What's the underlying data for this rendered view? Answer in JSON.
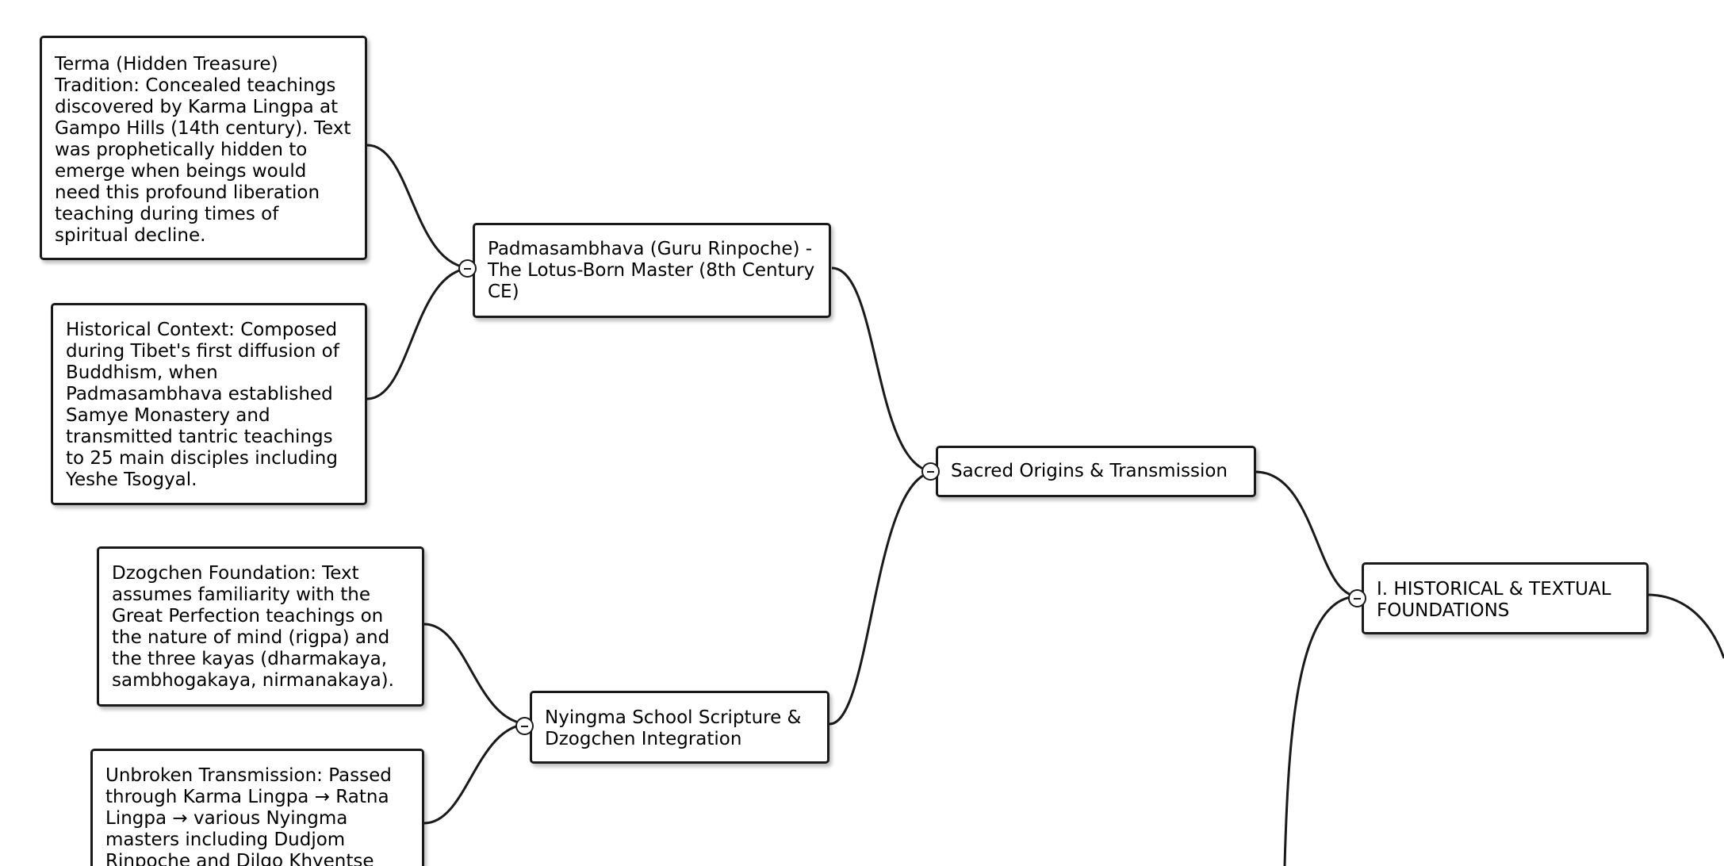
{
  "mindmap": {
    "nodes": {
      "historical": {
        "label": "I. HISTORICAL & TEXTUAL FOUNDATIONS"
      },
      "sacred": {
        "label": "Sacred Origins & Transmission"
      },
      "padmasambhava": {
        "label": "Padmasambhava (Guru Rinpoche) - The Lotus-Born Master (8th Century CE)"
      },
      "terma": {
        "label": "Terma (Hidden Treasure) Tradition: Concealed teachings discovered by Karma Lingpa at Gampo Hills (14th century). Text was prophetically hidden to emerge when beings would need this profound liberation teaching during times of spiritual decline."
      },
      "context": {
        "label": "Historical Context: Composed during Tibet's first diffusion of Buddhism, when Padmasambhava established Samye Monastery and transmitted tantric teachings to 25 main disciples including Yeshe Tsogyal."
      },
      "nyingma": {
        "label": "Nyingma School Scripture & Dzogchen Integration"
      },
      "dzogchen": {
        "label": "Dzogchen Foundation: Text assumes familiarity with the Great Perfection teachings on the nature of mind (rigpa) and the three kayas (dharmakaya, sambhogakaya, nirmanakaya)."
      },
      "transmission": {
        "label": "Unbroken Transmission: Passed through Karma Lingpa → Ratna Lingpa → various Nyingma masters including Dudjom Rinpoche and Dilgo Khyentse Rinpoche."
      }
    }
  }
}
